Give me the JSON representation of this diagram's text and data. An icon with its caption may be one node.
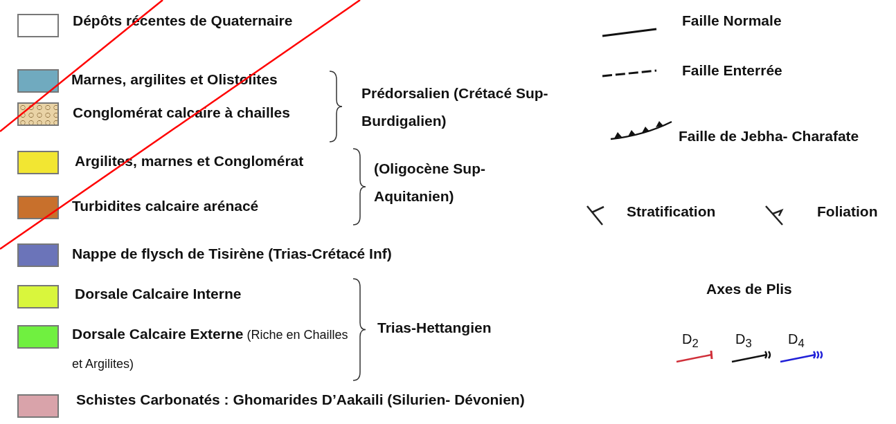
{
  "diagram": {
    "labels": [
      "Prédorsalien (Crétacé Sup- Burdigalien)",
      "(Oligocène Sup- Aquitanien)",
      "Trias-Hettangien",
      "Axes de Plis"
    ],
    "legend": [
      {
        "text": "Dépôts récentes de Quaternaire",
        "color": "#ffffff"
      },
      {
        "text": "Marnes, argilites et Olistolites",
        "color": "#70aabf"
      },
      {
        "text": "Conglomérat calcaire à chailles",
        "color": "#e9d3a6"
      },
      {
        "text": "Argilites, marnes et Conglomérat",
        "color": "#f2e632"
      },
      {
        "text": "Turbidites calcaire arénacé",
        "color": "#c8702c"
      },
      {
        "text": "Nappe de flysch de Tisirène (Trias-Crétacé Inf)",
        "color": "#6b74b9"
      },
      {
        "text": "Dorsale Calcaire Interne",
        "color": "#d9f63c"
      },
      {
        "text": "**Dorsale Calcaire Externe** (Riche en Chailles et Argilites)",
        "color": "#70f040"
      },
      {
        "text": "Schistes Carbonatés : Ghomarides D’Aakaili (Silurien- Dévonien)",
        "color": "#d9a3aa"
      },
      {
        "text": "Faille Normale"
      },
      {
        "text": "Faille Enterrée"
      },
      {
        "text": "Faille de Jebha- Charafate"
      },
      {
        "text": "Stratification"
      },
      {
        "text": "Foliation"
      },
      {
        "text": "D$_{2}$"
      },
      {
        "text": "D$_{3}$"
      },
      {
        "text": "D$_{4}$"
      }
    ]
  }
}
